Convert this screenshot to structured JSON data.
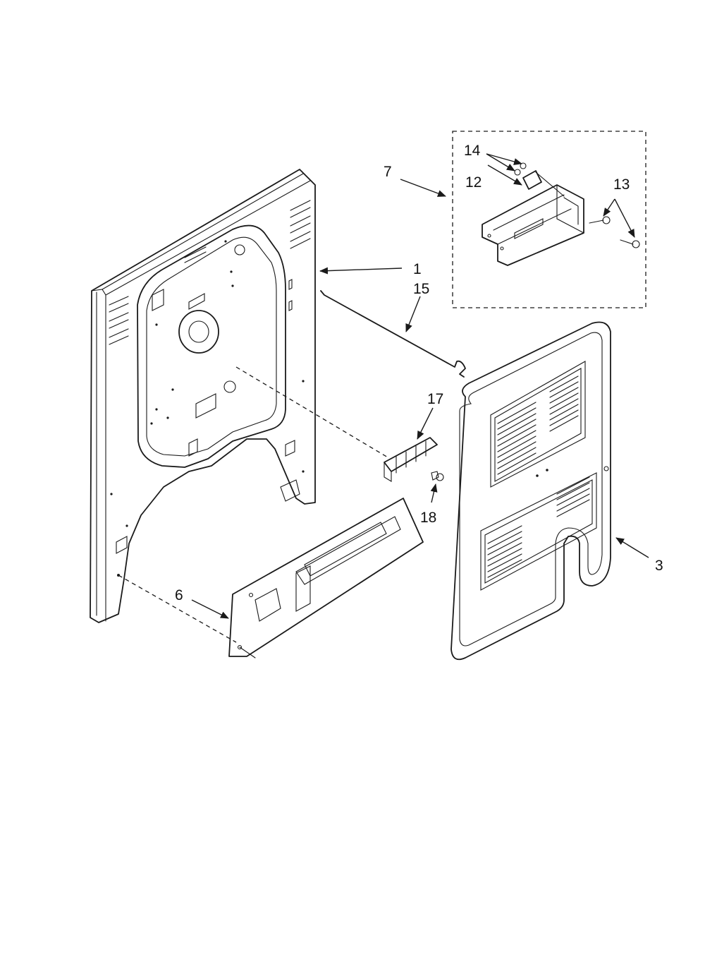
{
  "diagram": {
    "callouts": {
      "part_1": "1",
      "part_3": "3",
      "part_6": "6",
      "part_7": "7",
      "part_12": "12",
      "part_13": "13",
      "part_14": "14",
      "part_15": "15",
      "part_17": "17",
      "part_18": "18"
    },
    "colors": {
      "line": "#1a1a1a",
      "background": "#ffffff"
    }
  }
}
